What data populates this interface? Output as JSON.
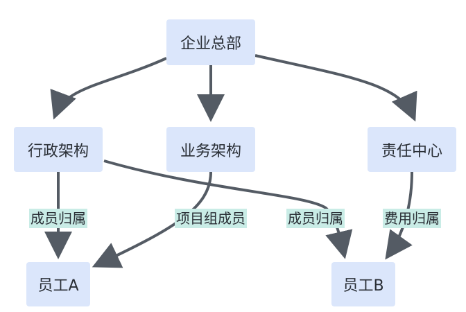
{
  "nodes": {
    "hq": "企业总部",
    "admin": "行政架构",
    "business": "业务架构",
    "responsibility": "责任中心",
    "employee_a": "员工A",
    "employee_b": "员工B"
  },
  "edges": {
    "admin_to_a": "成员归属",
    "business_to_a": "项目组成员",
    "admin_to_b": "成员归属",
    "responsibility_to_b": "费用归属"
  },
  "colors": {
    "node_fill": "#dbe6fb",
    "edge_stroke": "#545b64",
    "label_fill": "#c9ece6"
  }
}
